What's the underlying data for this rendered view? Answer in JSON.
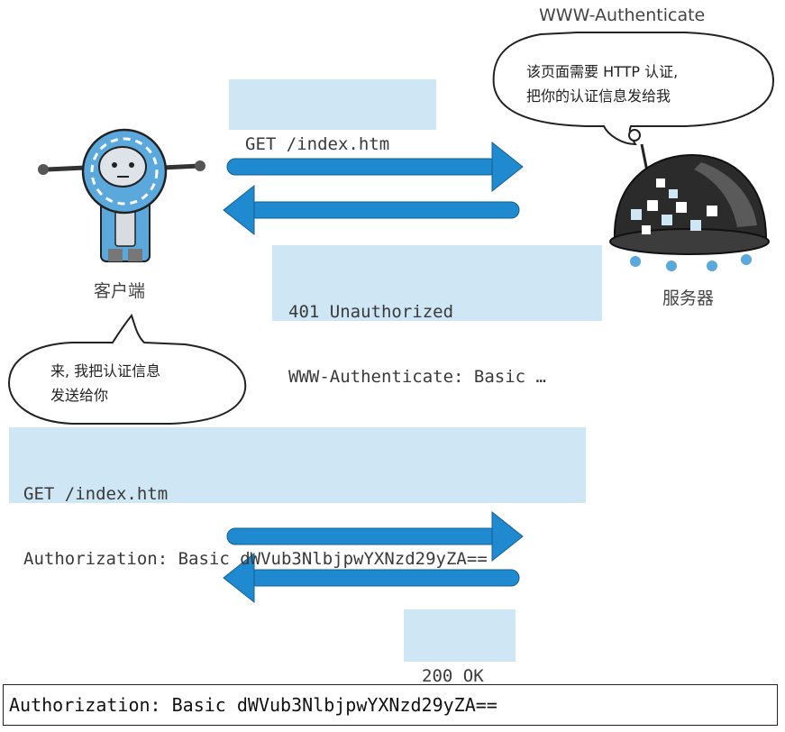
{
  "header_label": "WWW-Authenticate",
  "server_bubble": {
    "line1": "该页面需要 HTTP 认证,",
    "line2": "把你的认证信息发给我"
  },
  "client_label": "客户端",
  "server_label": "服务器",
  "client_bubble": {
    "line1": "来, 我把认证信息",
    "line2": "发送给你"
  },
  "request1": "GET /index.htm",
  "response1": {
    "line1": "401 Unauthorized",
    "line2": "WWW-Authenticate: Basic …"
  },
  "request2": {
    "line1": "GET /index.htm",
    "line2": "Authorization: Basic dWVub3NlbjpwYXNzd29yZA=="
  },
  "response2": "200 OK",
  "footer": "Authorization: Basic dWVub3NlbjpwYXNzd29yZA==",
  "colors": {
    "arrow": "#1f8ad0",
    "message_box": "#cfe6f4",
    "robot_blue": "#5aa8dc",
    "server_dark": "#2b2b2b"
  }
}
